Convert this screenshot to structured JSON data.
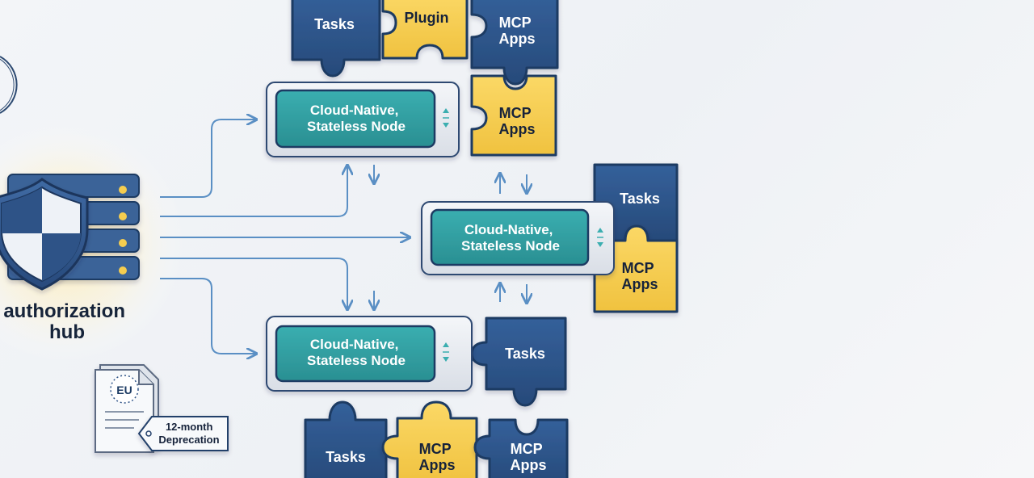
{
  "hub": {
    "label_line1": "authorization",
    "label_line2": "hub"
  },
  "document": {
    "badge": "EU",
    "tag_line1": "12-month",
    "tag_line2": "Deprecation"
  },
  "nodes": [
    {
      "line1": "Cloud-Native,",
      "line2": "Stateless Node"
    },
    {
      "line1": "Cloud-Native,",
      "line2": "Stateless Node"
    },
    {
      "line1": "Cloud-Native,",
      "line2": "Stateless Node"
    }
  ],
  "pieces": {
    "top_tasks": {
      "line1": "Tasks"
    },
    "top_plugin": {
      "line1": "Plugin"
    },
    "top_mcp": {
      "line1": "MCP",
      "line2": "Apps"
    },
    "n1_mcp": {
      "line1": "MCP",
      "line2": "Apps"
    },
    "n2_tasks": {
      "line1": "Tasks"
    },
    "n2_mcp": {
      "line1": "MCP",
      "line2": "Apps"
    },
    "n3_tasks": {
      "line1": "Tasks"
    },
    "bot_tasks": {
      "line1": "Tasks"
    },
    "bot_mcp1": {
      "line1": "MCP",
      "line2": "Apps"
    },
    "bot_mcp2": {
      "line1": "MCP",
      "line2": "Apps"
    }
  },
  "colors": {
    "navy": "#2d5287",
    "navy_dark": "#1f3b63",
    "gold": "#f5cd4f",
    "teal": "#2f9c9e",
    "connector": "#5a8fc4"
  }
}
